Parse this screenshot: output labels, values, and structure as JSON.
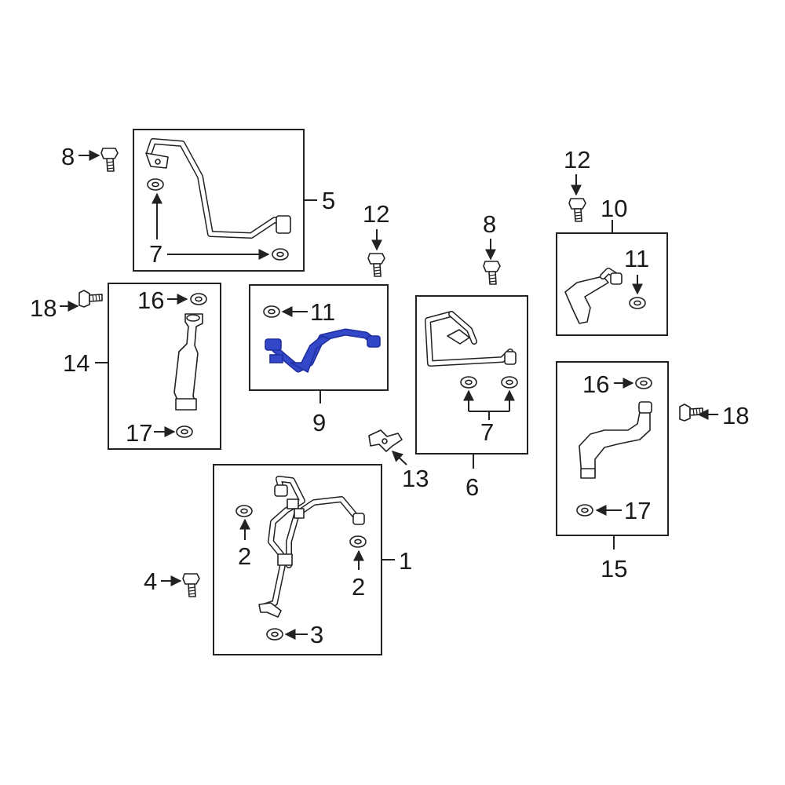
{
  "diagram": {
    "callouts": {
      "c1": "1",
      "c2a": "2",
      "c2b": "2",
      "c3": "3",
      "c4": "4",
      "c5": "5",
      "c6": "6",
      "c7a": "7",
      "c7b": "7",
      "c8a": "8",
      "c8b": "8",
      "c9": "9",
      "c10": "10",
      "c11a": "11",
      "c11b": "11",
      "c12a": "12",
      "c12b": "12",
      "c13": "13",
      "c14": "14",
      "c15": "15",
      "c16a": "16",
      "c16b": "16",
      "c17a": "17",
      "c17b": "17",
      "c18a": "18",
      "c18b": "18"
    },
    "highlight_color": "#3347c9"
  }
}
